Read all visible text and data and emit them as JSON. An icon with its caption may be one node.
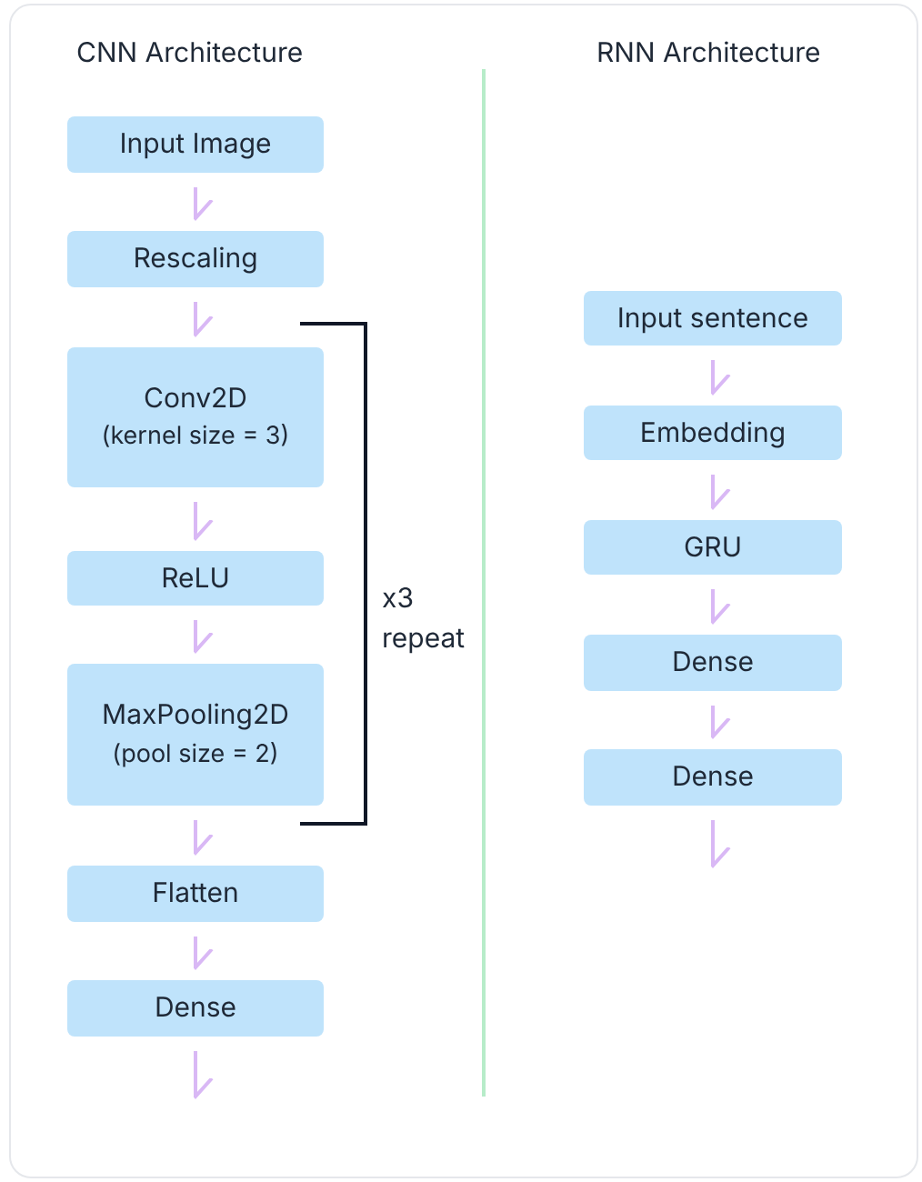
{
  "diagram": {
    "nodes": [
      {
        "text": [
          "Input Image"
        ]
      },
      {
        "text": [
          "Rescaling"
        ]
      },
      {
        "text": [
          "Conv2D",
          "(kernel size = 3)"
        ]
      },
      {
        "text": [
          "ReLU"
        ]
      },
      {
        "text": [
          "MaxPooling2D",
          "(pool size = 2)"
        ]
      },
      {
        "text": [
          "Flatten"
        ]
      },
      {
        "text": [
          "Dense"
        ]
      },
      {
        "text": [
          "Input sentence"
        ]
      },
      {
        "text": [
          "Embedding"
        ]
      },
      {
        "text": [
          "GRU"
        ]
      },
      {
        "text": [
          "Dense"
        ]
      },
      {
        "text": [
          "Dense"
        ]
      }
    ],
    "edges": [
      {
        "from": 0,
        "to": 1,
        "arrow": "to"
      },
      {
        "from": 1,
        "to": 2,
        "arrow": "to"
      },
      {
        "from": 2,
        "to": 3,
        "arrow": "to"
      },
      {
        "from": 3,
        "to": 4,
        "arrow": "to"
      },
      {
        "from": 4,
        "to": 5,
        "arrow": "to"
      },
      {
        "from": 5,
        "to": 6,
        "arrow": "to"
      },
      {
        "from": 6,
        "to": null,
        "arrow": "to"
      },
      {
        "from": 7,
        "to": 8,
        "arrow": "to"
      },
      {
        "from": 8,
        "to": 9,
        "arrow": "to"
      },
      {
        "from": 9,
        "to": 10,
        "arrow": "to"
      },
      {
        "from": 10,
        "to": 11,
        "arrow": "to"
      },
      {
        "from": 11,
        "to": null,
        "arrow": "to"
      }
    ],
    "labels": [
      "CNN Architecture",
      "RNN Architecture",
      "x3 repeat"
    ]
  }
}
